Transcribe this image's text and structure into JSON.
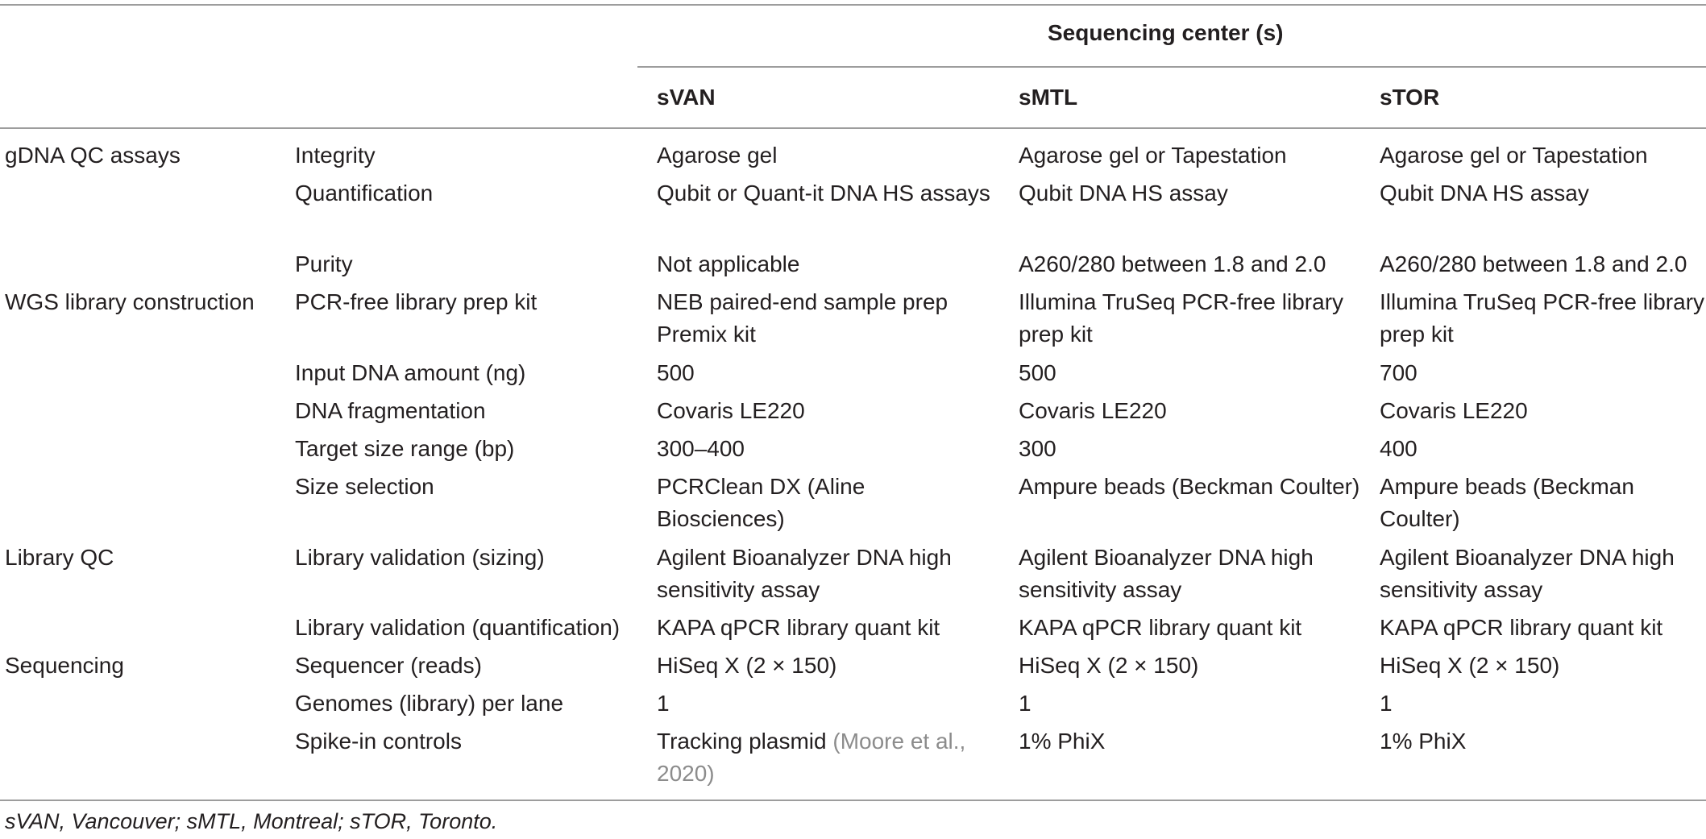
{
  "header": {
    "center_group": "Sequencing center (s)",
    "centers": [
      "sVAN",
      "sMTL",
      "sTOR"
    ]
  },
  "rows": [
    {
      "category": "gDNA QC assays",
      "parameter": "Integrity",
      "svan": "Agarose gel",
      "smtl": "Agarose gel or Tapestation",
      "stor": "Agarose gel or Tapestation"
    },
    {
      "category": "",
      "parameter": "Quantification",
      "svan": "Qubit or Quant-it DNA HS assays",
      "smtl": "Qubit DNA HS assay",
      "stor": "Qubit DNA HS assay"
    },
    {
      "category": "",
      "parameter": "Purity",
      "svan": "Not applicable",
      "smtl": "A260/280 between 1.8 and 2.0",
      "stor": "A260/280 between 1.8 and 2.0"
    },
    {
      "category": "WGS library construction",
      "parameter": "PCR-free library prep kit",
      "svan": "NEB paired-end sample prep Premix kit",
      "smtl": "Illumina TruSeq PCR-free library prep kit",
      "stor": "Illumina TruSeq PCR-free library prep kit"
    },
    {
      "category": "",
      "parameter": "Input DNA amount (ng)",
      "svan": "500",
      "smtl": "500",
      "stor": "700"
    },
    {
      "category": "",
      "parameter": "DNA fragmentation",
      "svan": "Covaris LE220",
      "smtl": "Covaris LE220",
      "stor": "Covaris LE220"
    },
    {
      "category": "",
      "parameter": "Target size range (bp)",
      "svan": "300–400",
      "smtl": "300",
      "stor": "400"
    },
    {
      "category": "",
      "parameter": "Size selection",
      "svan": "PCRClean DX (Aline Biosciences)",
      "smtl": "Ampure beads (Beckman Coulter)",
      "stor": "Ampure beads (Beckman Coulter)"
    },
    {
      "category": "Library QC",
      "parameter": "Library validation (sizing)",
      "svan": "Agilent Bioanalyzer DNA high sensitivity assay",
      "smtl": "Agilent Bioanalyzer DNA high sensitivity assay",
      "stor": "Agilent Bioanalyzer DNA high sensitivity assay"
    },
    {
      "category": "",
      "parameter": "Library validation (quantification)",
      "svan": "KAPA qPCR library quant kit",
      "smtl": "KAPA qPCR library quant kit",
      "stor": "KAPA qPCR library quant kit"
    },
    {
      "category": "Sequencing",
      "parameter": "Sequencer (reads)",
      "svan": "HiSeq X (2 × 150)",
      "smtl": "HiSeq X (2 × 150)",
      "stor": "HiSeq X (2 × 150)"
    },
    {
      "category": "",
      "parameter": "Genomes (library) per lane",
      "svan": "1",
      "smtl": "1",
      "stor": "1"
    },
    {
      "category": "",
      "parameter": "Spike-in controls",
      "svan": "Tracking plasmid",
      "svan_citation": "(Moore et al., 2020)",
      "smtl": "1% PhiX",
      "stor": "1% PhiX"
    }
  ],
  "footnote": "sVAN, Vancouver; sMTL, Montreal; sTOR, Toronto."
}
